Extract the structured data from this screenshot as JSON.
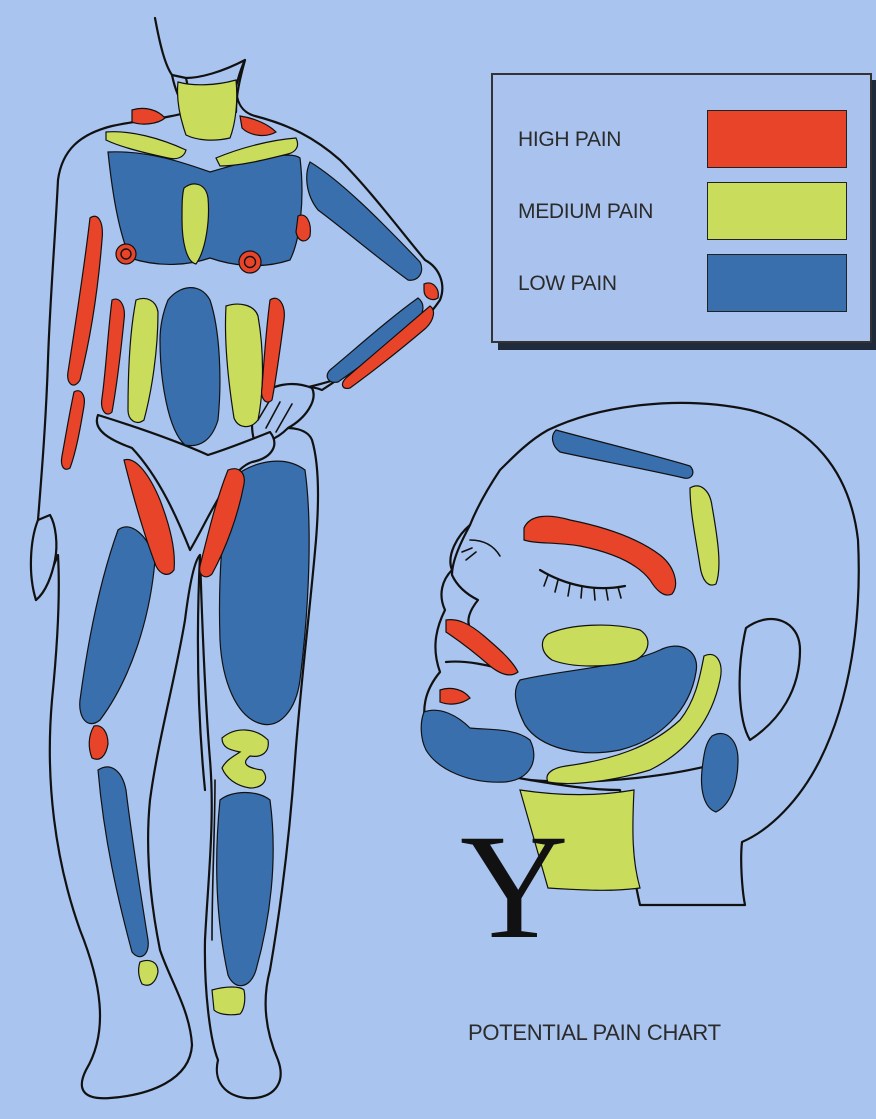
{
  "legend": {
    "items": [
      {
        "label": "HIGH PAIN",
        "color": "#e8442a"
      },
      {
        "label": "MEDIUM PAIN",
        "color": "#c9dc5c"
      },
      {
        "label": "LOW PAIN",
        "color": "#3a6fae"
      }
    ]
  },
  "title": "POTENTIAL PAIN CHART",
  "mark_letter": "Y",
  "colors": {
    "background": "#a9c4ee",
    "body_fill": "#a9c4ee",
    "outline": "#111111",
    "high": "#e8442a",
    "medium": "#c9dc5c",
    "low": "#3a6fae"
  }
}
